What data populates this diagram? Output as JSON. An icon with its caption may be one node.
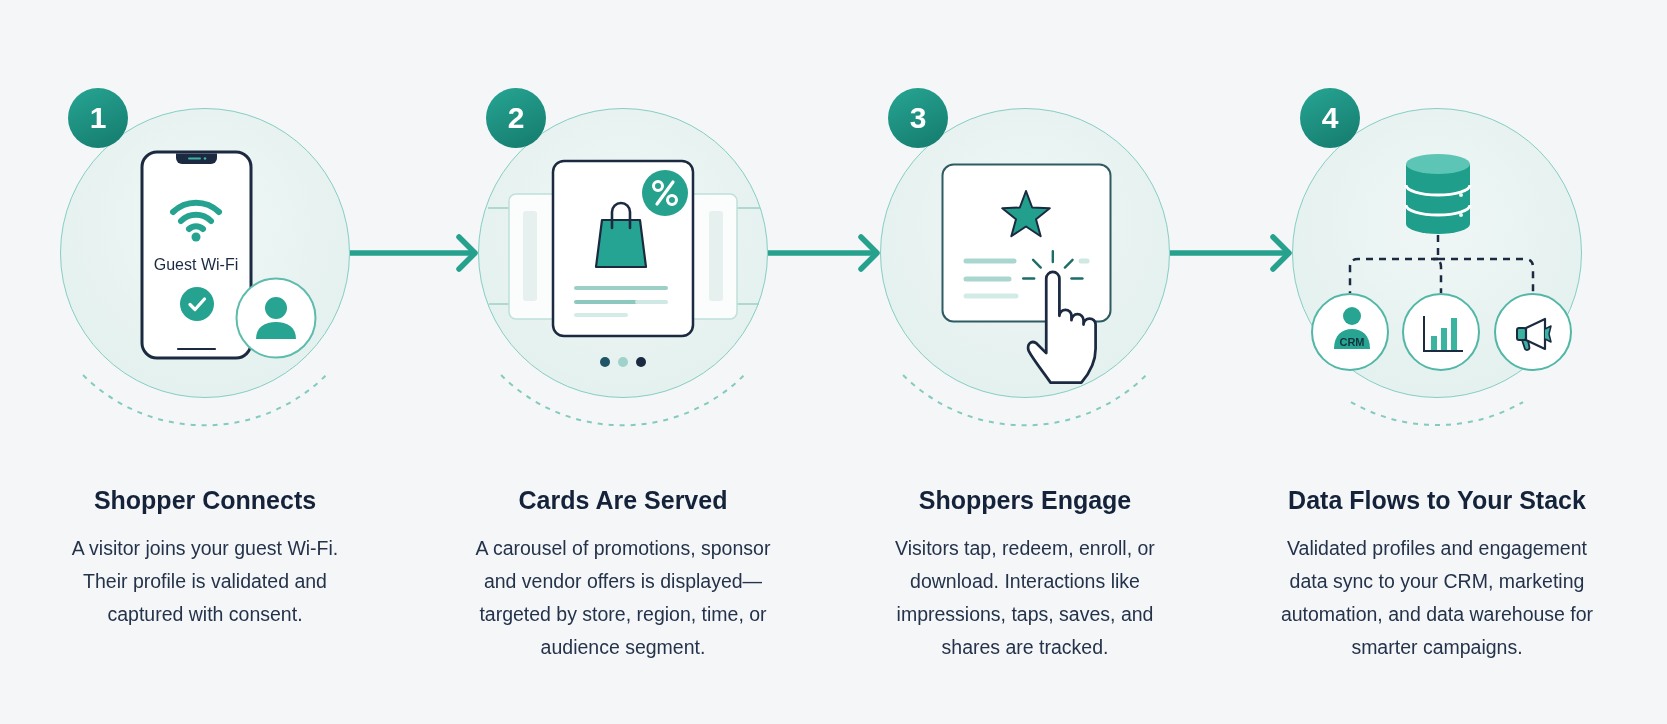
{
  "diagram": {
    "nodes": [
      {
        "text": [
          "1"
        ]
      },
      {
        "text": [
          "Guest Wi-Fi"
        ],
        "beside": [
          "Shopper Connects",
          "A visitor joins your guest Wi-Fi. Their profile is validated and captured with consent."
        ]
      },
      {
        "text": [
          "2"
        ]
      },
      {
        "text": [],
        "shape": "circle",
        "beside": [
          "Cards Are Served",
          "A carousel of promotions, sponsor and vendor offers is displayed—targeted by store, region, time, or audience segment."
        ]
      },
      {
        "text": [
          "3"
        ]
      },
      {
        "text": [],
        "shape": "circle",
        "beside": [
          "Shoppers Engage",
          "Visitors tap, redeem, enroll, or download. Interactions like impressions, taps, saves, and shares are tracked."
        ]
      },
      {
        "text": [
          "4"
        ]
      },
      {
        "text": [],
        "shape": "circle",
        "beside": [
          "Data Flows to Your Stack",
          "Validated profiles and engagement data sync to your CRM, marketing automation, and data warehouse for smarter campaigns."
        ]
      },
      {
        "text": [],
        "shape": "cylinder",
        "in": 7
      },
      {
        "text": [
          "CRM"
        ],
        "in": 7
      },
      {
        "text": [],
        "shape": "circle",
        "in": 7
      },
      {
        "text": [],
        "shape": "circle",
        "in": 7
      }
    ],
    "edges": [
      {
        "from": 1,
        "to": 3,
        "arrow": "to",
        "style": "thick"
      },
      {
        "from": 3,
        "to": 5,
        "arrow": "to",
        "style": "thick"
      },
      {
        "from": 5,
        "to": 7,
        "arrow": "to",
        "style": "thick"
      },
      {
        "from": 8,
        "to": 9,
        "arrow": "none",
        "style": "dashed",
        "color": "#1b2a41"
      },
      {
        "from": 8,
        "to": 10,
        "arrow": "none",
        "style": "dashed",
        "color": "#1b2a41"
      },
      {
        "from": 8,
        "to": 11,
        "arrow": "none",
        "style": "dashed",
        "color": "#1b2a41"
      }
    ]
  }
}
